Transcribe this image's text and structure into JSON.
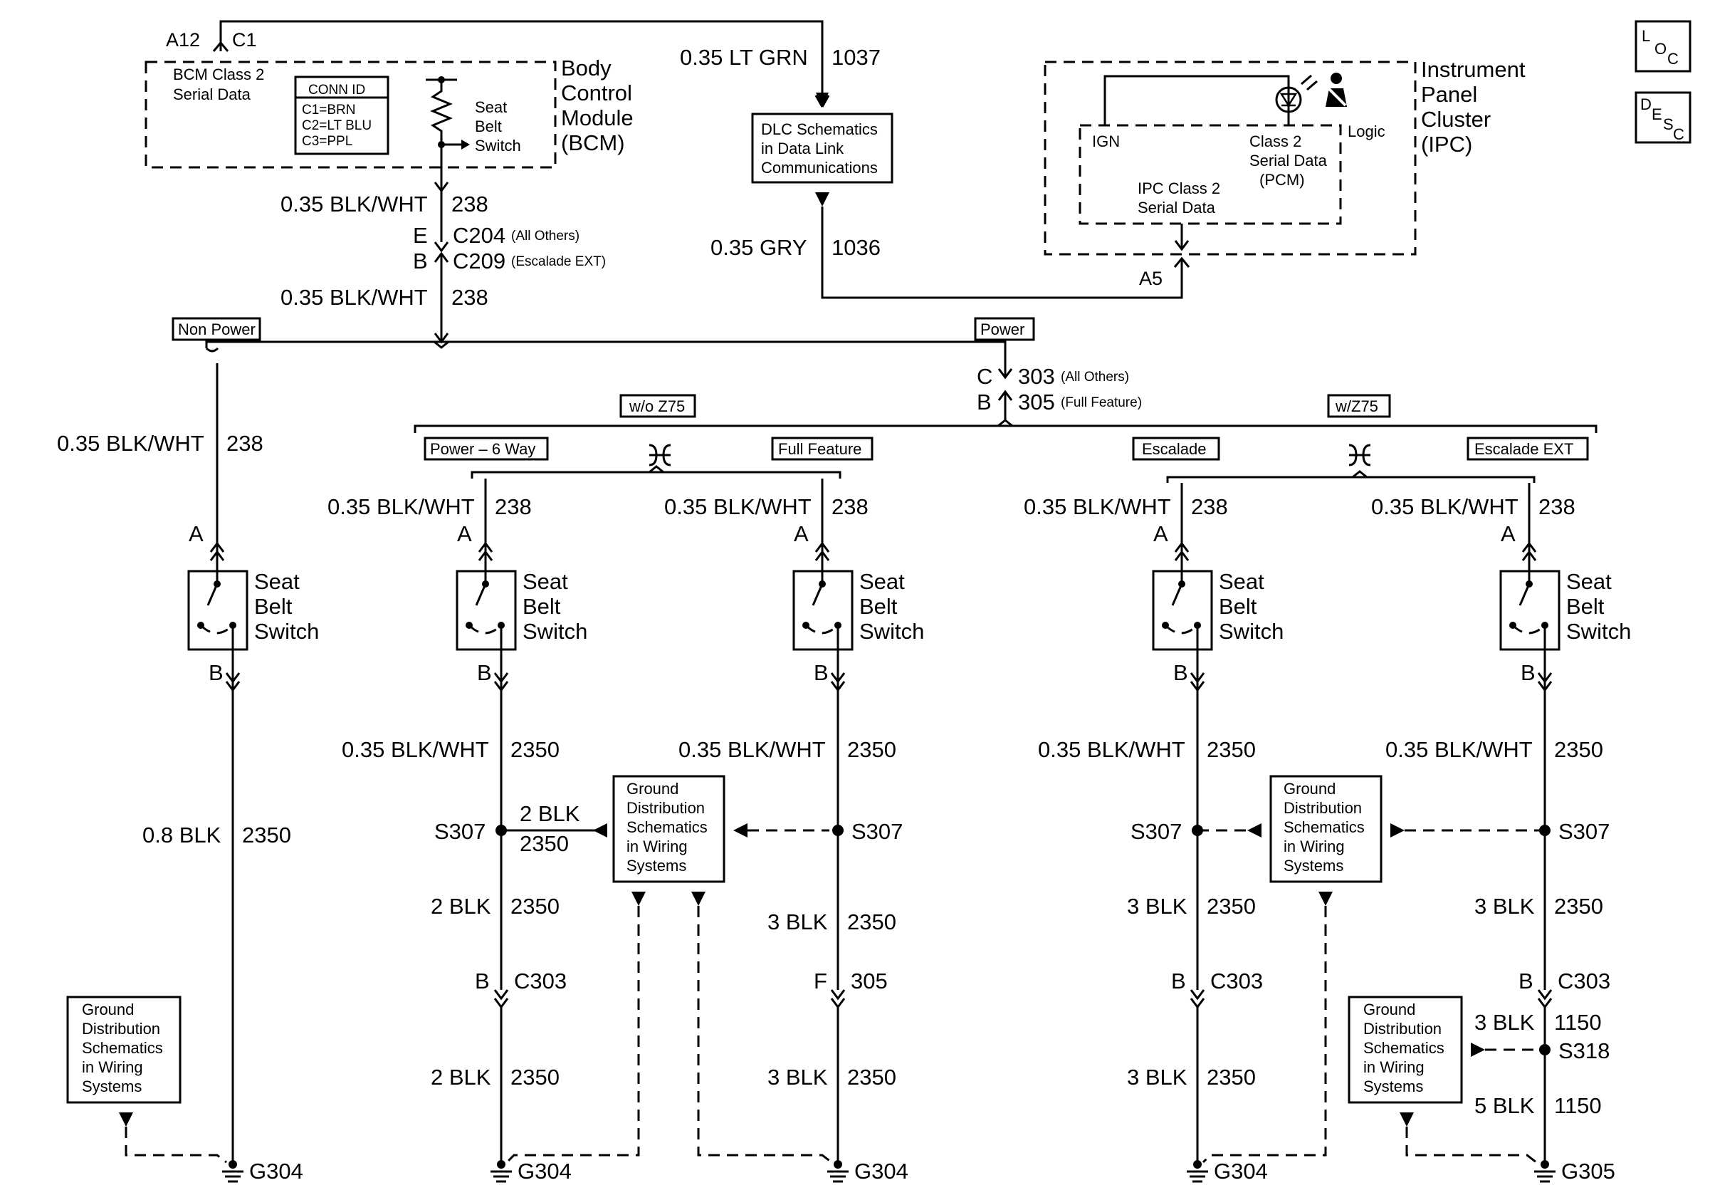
{
  "bcm": {
    "pin_a12": "A12",
    "conn_c1": "C1",
    "serial": [
      "BCM Class 2",
      "Serial Data"
    ],
    "title": [
      "Body",
      "Control",
      "Module",
      "(BCM)"
    ],
    "conn_id_title": "CONN ID",
    "conn_id": [
      "C1=BRN",
      "C2=LT BLU",
      "C3=PPL"
    ],
    "switch_label": [
      "Seat",
      "Belt",
      "Switch"
    ]
  },
  "dlc": {
    "lines": [
      "DLC Schematics",
      "in Data Link",
      "Communications"
    ],
    "wire_top": {
      "gauge": "0.35 LT GRN",
      "circuit": "1037"
    },
    "wire_bottom": {
      "gauge": "0.35 GRY",
      "circuit": "1036"
    }
  },
  "ipc": {
    "title": [
      "Instrument",
      "Panel",
      "Cluster",
      "(IPC)"
    ],
    "ign": "IGN",
    "logic": "Logic",
    "class2": [
      "Class 2",
      "Serial Data",
      "(PCM)"
    ],
    "ipc_serial": [
      "IPC Class 2",
      "Serial Data"
    ],
    "pin_a5": "A5"
  },
  "corner_icons": {
    "loc": [
      "L",
      "O",
      "C"
    ],
    "desc": [
      "D",
      "E",
      "S",
      "C"
    ]
  },
  "main_wire": {
    "upper": {
      "gauge": "0.35 BLK/WHT",
      "circuit": "238"
    },
    "lower": {
      "gauge": "0.35 BLK/WHT",
      "circuit": "238"
    },
    "pin_e": "E",
    "pin_b": "B",
    "c204": "C204",
    "c204_note": "(All Others)",
    "c209": "C209",
    "c209_note": "(Escalade EXT)"
  },
  "tags": {
    "non_power": "Non Power",
    "power": "Power",
    "wo_z75": "w/o Z75",
    "w_z75": "w/Z75",
    "power6": "Power – 6 Way",
    "full": "Full Feature",
    "escalade": "Escalade",
    "escalade_ext": "Escalade EXT"
  },
  "c303_conn": {
    "pin_c": "C",
    "c303": "303",
    "c303_note": "(All Others)",
    "pin_b": "B",
    "c305": "305",
    "c305_note": "(Full Feature)"
  },
  "switch_label": [
    "Seat",
    "Belt",
    "Switch"
  ],
  "pin_a": "A",
  "pin_b": "B",
  "ground_box": [
    "Ground",
    "Distribution",
    "Schematics",
    "in Wiring",
    "Systems"
  ],
  "col1": {
    "top": {
      "gauge": "0.35 BLK/WHT",
      "circuit": "238"
    },
    "bottom": {
      "gauge": "0.8 BLK",
      "circuit": "2350"
    },
    "ground": "G304"
  },
  "col2": {
    "top": {
      "gauge": "0.35 BLK/WHT",
      "circuit": "238"
    },
    "w1": {
      "gauge": "0.35 BLK/WHT",
      "circuit": "2350"
    },
    "splice": "S307",
    "branch": {
      "gauge": "2 BLK",
      "circuit": "2350"
    },
    "w2": {
      "gauge": "2 BLK",
      "circuit": "2350"
    },
    "conn_pin": "B",
    "conn": "C303",
    "w3": {
      "gauge": "2 BLK",
      "circuit": "2350"
    },
    "ground": "G304"
  },
  "col3": {
    "top": {
      "gauge": "0.35 BLK/WHT",
      "circuit": "238"
    },
    "w1": {
      "gauge": "0.35 BLK/WHT",
      "circuit": "2350"
    },
    "splice": "S307",
    "w2": {
      "gauge": "3 BLK",
      "circuit": "2350"
    },
    "conn_pin": "F",
    "conn": "305",
    "w3": {
      "gauge": "3 BLK",
      "circuit": "2350"
    },
    "ground": "G304"
  },
  "col4": {
    "top": {
      "gauge": "0.35 BLK/WHT",
      "circuit": "238"
    },
    "w1": {
      "gauge": "0.35 BLK/WHT",
      "circuit": "2350"
    },
    "splice": "S307",
    "w2": {
      "gauge": "3 BLK",
      "circuit": "2350"
    },
    "conn_pin": "B",
    "conn": "C303",
    "w3": {
      "gauge": "3 BLK",
      "circuit": "2350"
    },
    "ground": "G304"
  },
  "col5": {
    "top": {
      "gauge": "0.35 BLK/WHT",
      "circuit": "238"
    },
    "w1": {
      "gauge": "0.35 BLK/WHT",
      "circuit": "2350"
    },
    "splice": "S307",
    "w2": {
      "gauge": "3 BLK",
      "circuit": "2350"
    },
    "conn_pin": "B",
    "conn": "C303",
    "w3": {
      "gauge": "3 BLK",
      "circuit": "1150"
    },
    "splice2": "S318",
    "w4": {
      "gauge": "5 BLK",
      "circuit": "1150"
    },
    "ground": "G305"
  }
}
